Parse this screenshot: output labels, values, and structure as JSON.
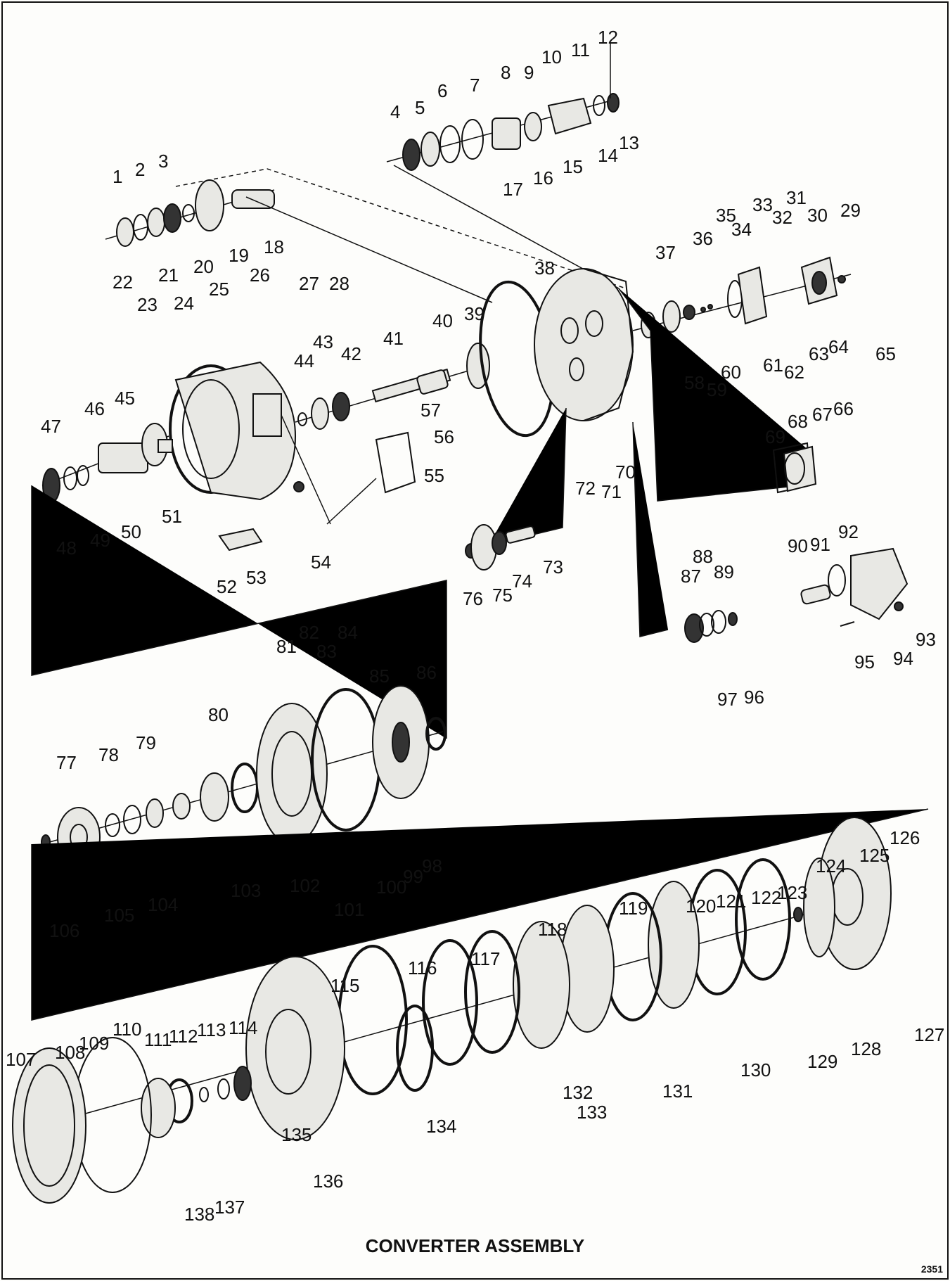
{
  "title": "CONVERTER ASSEMBLY",
  "plate_number": "2351",
  "callouts": [
    "1",
    "2",
    "3",
    "4",
    "5",
    "6",
    "7",
    "8",
    "9",
    "10",
    "11",
    "12",
    "13",
    "14",
    "15",
    "16",
    "17",
    "18",
    "19",
    "20",
    "21",
    "22",
    "23",
    "24",
    "25",
    "26",
    "27",
    "28",
    "29",
    "30",
    "31",
    "32",
    "33",
    "34",
    "35",
    "36",
    "37",
    "38",
    "39",
    "40",
    "41",
    "42",
    "43",
    "44",
    "45",
    "46",
    "47",
    "48",
    "49",
    "50",
    "51",
    "52",
    "53",
    "54",
    "55",
    "56",
    "57",
    "58",
    "59",
    "60",
    "61",
    "62",
    "63",
    "64",
    "65",
    "66",
    "67",
    "68",
    "69",
    "70",
    "71",
    "72",
    "73",
    "74",
    "75",
    "76",
    "77",
    "78",
    "79",
    "80",
    "81",
    "82",
    "83",
    "84",
    "85",
    "86",
    "87",
    "88",
    "89",
    "90",
    "91",
    "92",
    "93",
    "94",
    "95",
    "96",
    "97",
    "98",
    "99",
    "100",
    "101",
    "102",
    "103",
    "104",
    "105",
    "106",
    "107",
    "108",
    "109",
    "110",
    "111",
    "112",
    "113",
    "114",
    "115",
    "116",
    "117",
    "118",
    "119",
    "120",
    "121",
    "122",
    "123",
    "124",
    "125",
    "126",
    "127",
    "128",
    "129",
    "130",
    "131",
    "132",
    "133",
    "134",
    "135",
    "136",
    "137",
    "138"
  ]
}
